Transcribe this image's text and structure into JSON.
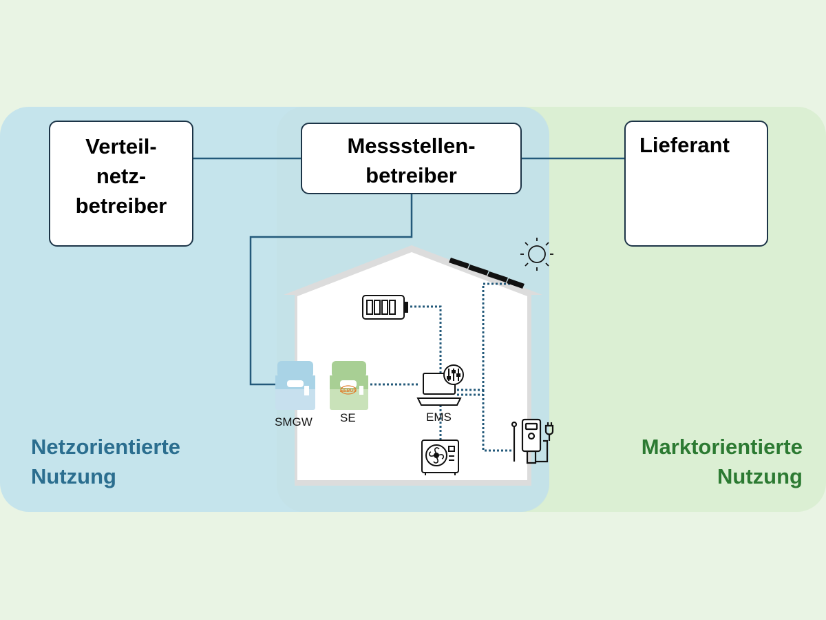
{
  "actors": {
    "verteilnetzbetreiber": [
      "Verteil-",
      "netz-",
      "betreiber"
    ],
    "messstellenbetreiber": [
      "Messstellen-",
      "betreiber"
    ],
    "lieferant": [
      "Lieferant"
    ]
  },
  "zones": {
    "netzorientiert": [
      "Netzorientierte",
      "Nutzung"
    ],
    "marktorientiert": [
      "Marktorientierte",
      "Nutzung"
    ]
  },
  "devices": {
    "smgw": "SMGW",
    "se": "SE",
    "ems": "EMS",
    "se_logo": "EEBUS"
  },
  "colors": {
    "background": "#e9f4e4",
    "netz_zone": "#c5e4ec",
    "markt_zone": "#dbefd3",
    "line": "#23597a",
    "netz_text": "#2b6e8f",
    "markt_text": "#2c7a32",
    "eebus": "#e07b2a"
  },
  "icons": [
    "battery-icon",
    "sun-icon",
    "solar-panel-icon",
    "smart-meter-gateway-icon",
    "steuerbox-icon",
    "ems-laptop-icon",
    "heat-pump-icon",
    "wallbox-icon"
  ]
}
